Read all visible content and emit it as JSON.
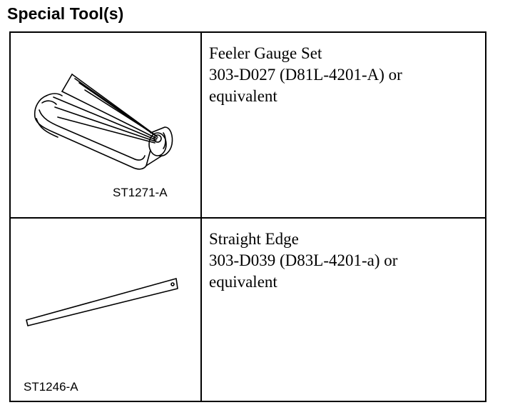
{
  "title": "Special Tool(s)",
  "tools": [
    {
      "figure_code": "ST1271-A",
      "illustration": "feeler-gauge-set-illustration",
      "name": "Feeler Gauge Set",
      "part_number": "303-D027 (D81L-4201-A) or",
      "alternative": "equivalent"
    },
    {
      "figure_code": "ST1246-A",
      "illustration": "straight-edge-illustration",
      "name": "Straight Edge",
      "part_number": "303-D039 (D83L-4201-a) or",
      "alternative": "equivalent"
    }
  ]
}
